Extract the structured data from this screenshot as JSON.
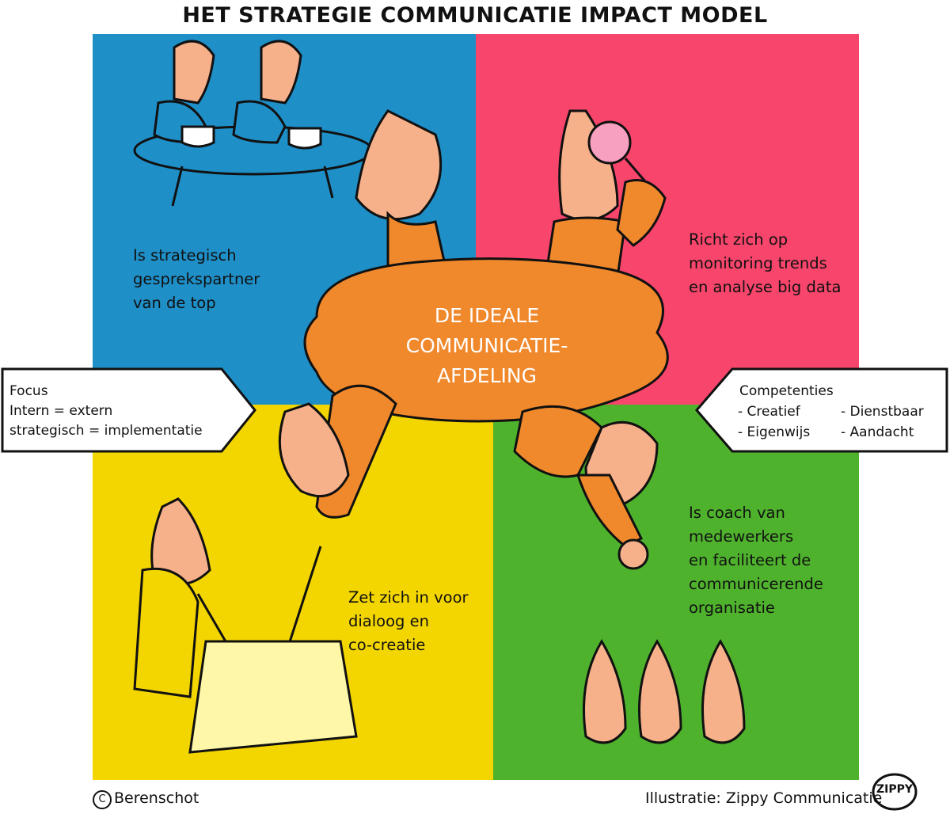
{
  "title": "HET STRATEGIE COMMUNICATIE IMPACT MODEL",
  "center": {
    "label": "DE IDEALE\nCOMMUNICATIE-\nAFDELING"
  },
  "quadrants": {
    "top_left": {
      "color": "#1f8fc8",
      "text": "Is strategisch\ngesprekspartner\nvan de top"
    },
    "top_right": {
      "color": "#f7456b",
      "text": "Richt zich op\nmonitoring trends\nen analyse big data"
    },
    "bottom_left": {
      "color": "#f3d500",
      "text": "Zet zich in voor\ndialoog en\nco-creatie"
    },
    "bottom_right": {
      "color": "#4fb22d",
      "text": "Is coach van\nmedewerkers\nen faciliteert de\ncommunicerende\norganisatie"
    }
  },
  "focus_callout": {
    "title": "Focus",
    "line1": "Intern = extern",
    "line2": "strategisch = implementatie"
  },
  "competenties_callout": {
    "title": "Competenties",
    "items": [
      "- Creatief",
      "- Dienstbaar",
      "- Eigenwijs",
      "- Aandacht"
    ]
  },
  "footer": {
    "copyright_symbol": "C",
    "copyright": "Berenschot",
    "illustration_credit": "Illustratie: Zippy Communicatie",
    "logo_text": "ZIPPY"
  },
  "colors": {
    "orange": "#f0882c",
    "skin": "#f6b08a",
    "outline": "#111111"
  }
}
